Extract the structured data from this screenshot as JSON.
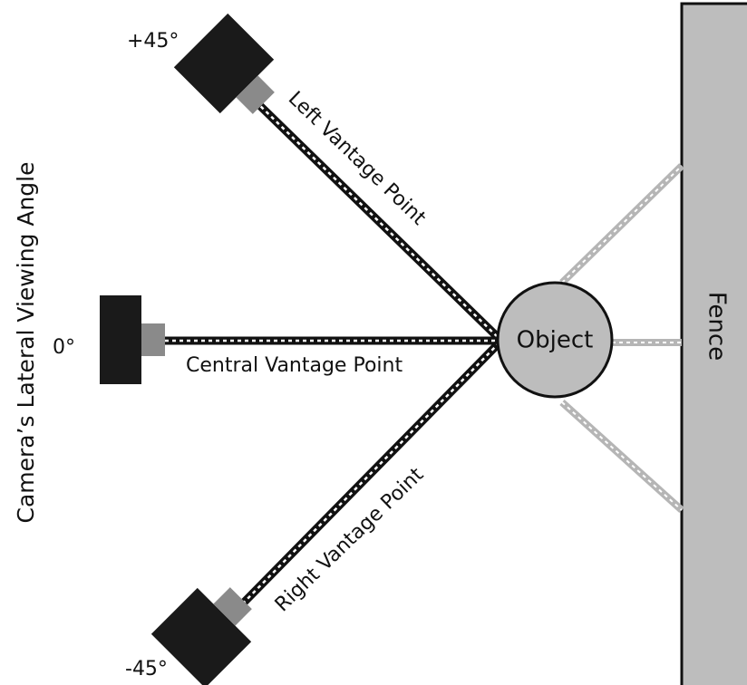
{
  "axis_title": "Camera’s Lateral Viewing Angle",
  "angles": {
    "plus45": "+45°",
    "zero": "0°",
    "minus45": "-45°"
  },
  "vantage_points": {
    "left": "Left Vantage Point",
    "central": "Central Vantage Point",
    "right": "Right Vantage Point"
  },
  "object_label": "Object",
  "fence_label": "Fence",
  "colors": {
    "camera_body": "#1a1a1a",
    "camera_lens": "#8a8a8a",
    "sight_line": "#111111",
    "sight_dash": "#ffffff",
    "reflection_line": "#b5b5b5",
    "object_fill": "#bdbdbd",
    "fence_fill": "#bdbdbd",
    "outline": "#111111"
  }
}
